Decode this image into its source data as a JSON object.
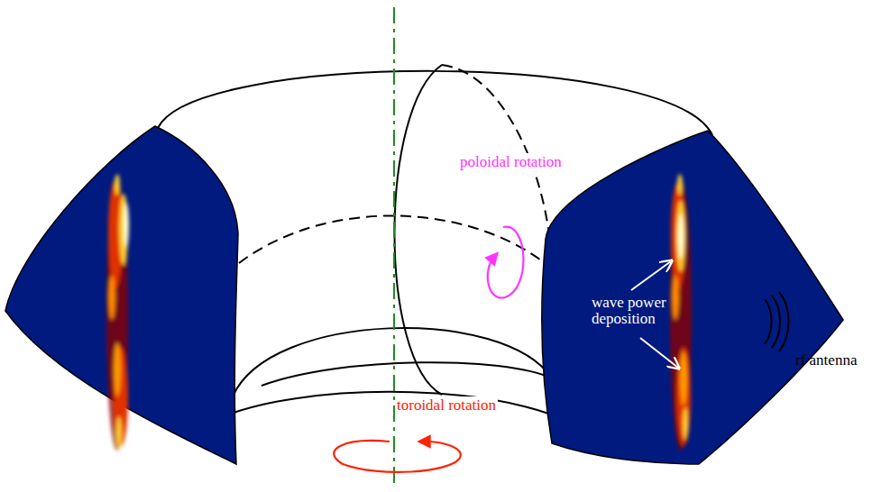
{
  "diagram": {
    "labels": [
      "poloidal rotation",
      "wave power deposition",
      "rf antenna",
      "toroidal rotation"
    ]
  }
}
